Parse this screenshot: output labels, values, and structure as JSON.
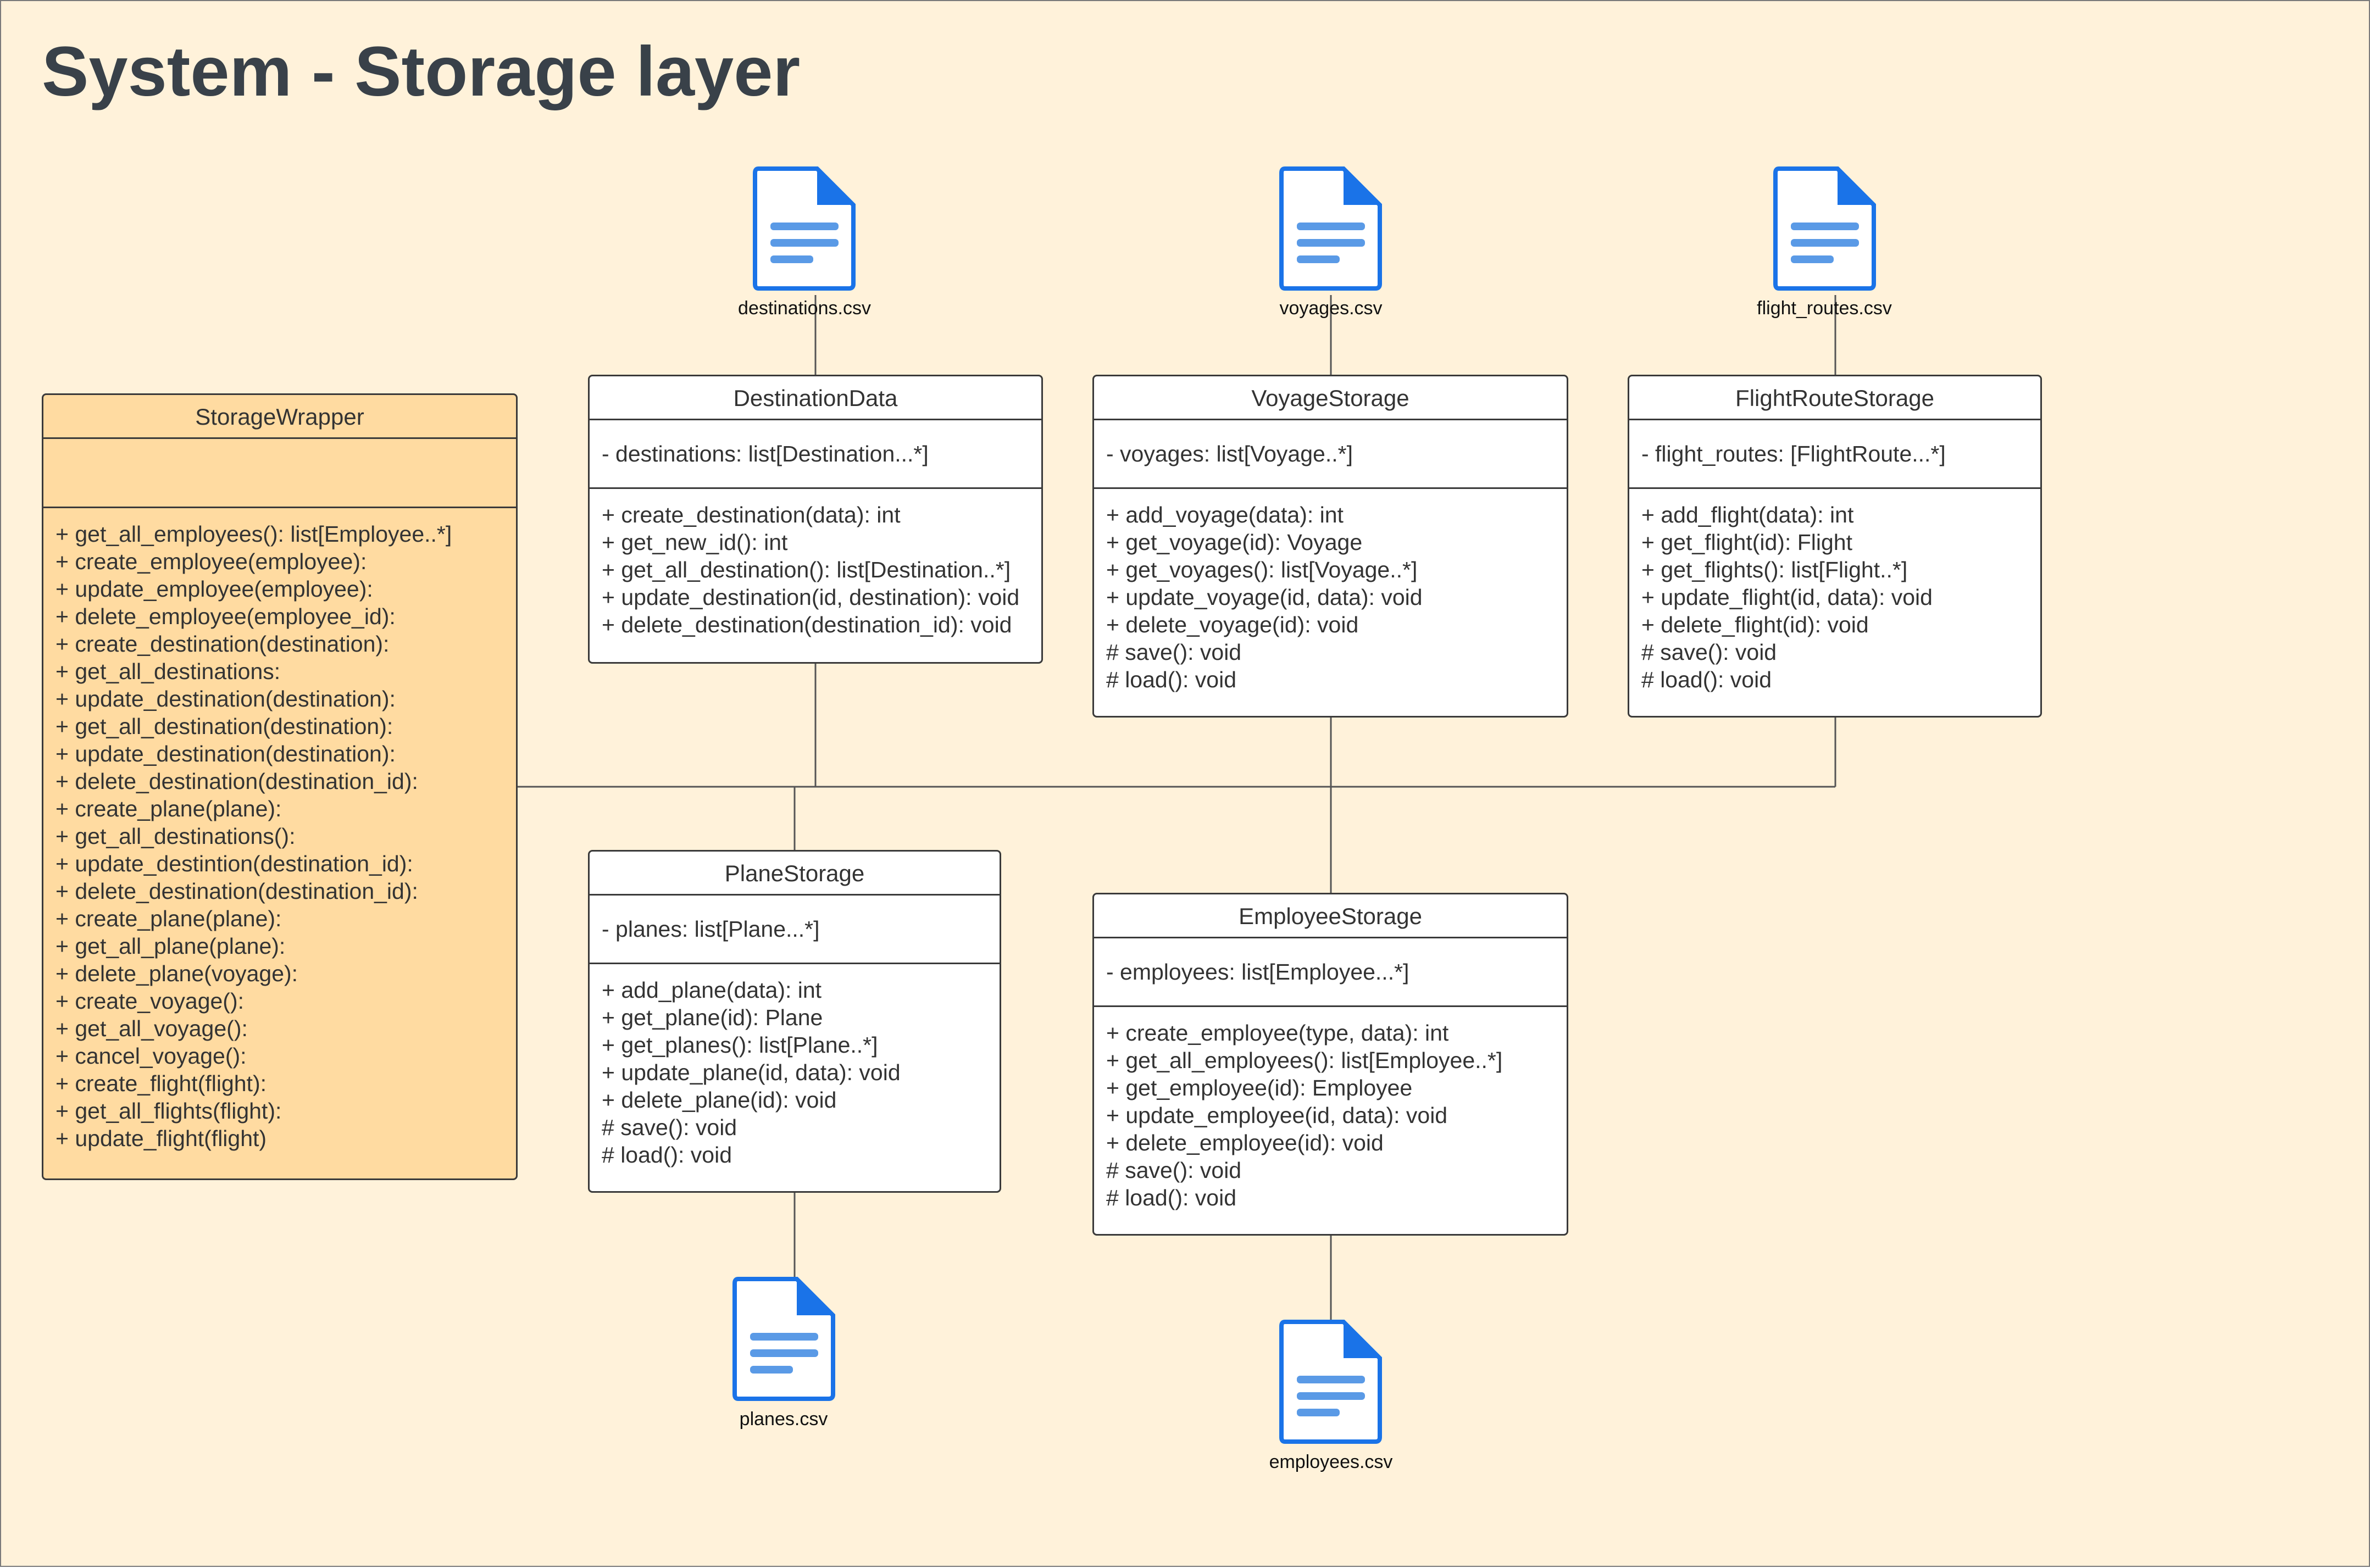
{
  "title": "System - Storage layer",
  "colors": {
    "background": "#fff2da",
    "wrapper_fill": "#ffdba1",
    "class_fill": "#ffffff",
    "file_icon": "#1a73e8",
    "title_text": "#394149"
  },
  "files": {
    "destinations": {
      "label": "destinations.csv",
      "icon": "document-icon"
    },
    "voyages": {
      "label": "voyages.csv",
      "icon": "document-icon"
    },
    "flight_routes": {
      "label": "flight_routes.csv",
      "icon": "document-icon"
    },
    "planes": {
      "label": "planes.csv",
      "icon": "document-icon"
    },
    "employees": {
      "label": "employees.csv",
      "icon": "document-icon"
    }
  },
  "classes": {
    "storage_wrapper": {
      "name": "StorageWrapper",
      "attributes": [],
      "methods": [
        "+ get_all_employees(): list[Employee..*]",
        "+ create_employee(employee):",
        "+ update_employee(employee):",
        "+ delete_employee(employee_id):",
        "+ create_destination(destination):",
        "+ get_all_destinations:",
        "+ update_destination(destination):",
        "+ get_all_destination(destination):",
        "+ update_destination(destination):",
        "+ delete_destination(destination_id):",
        "+ create_plane(plane):",
        "+ get_all_destinations():",
        "+ update_destintion(destination_id):",
        "+ delete_destination(destination_id):",
        "+ create_plane(plane):",
        "+ get_all_plane(plane):",
        "+ delete_plane(voyage):",
        "+ create_voyage():",
        "+ get_all_voyage():",
        "+ cancel_voyage():",
        "+ create_flight(flight):",
        "+ get_all_flights(flight):",
        "+ update_flight(flight)"
      ]
    },
    "destination_data": {
      "name": "DestinationData",
      "attributes": [
        "- destinations: list[Destination...*]"
      ],
      "methods": [
        "+ create_destination(data): int",
        "+ get_new_id(): int",
        "+ get_all_destination(): list[Destination..*]",
        "+ update_destination(id, destination): void",
        "+ delete_destination(destination_id): void"
      ]
    },
    "voyage_storage": {
      "name": "VoyageStorage",
      "attributes": [
        "- voyages: list[Voyage..*]"
      ],
      "methods": [
        "+ add_voyage(data): int",
        "+ get_voyage(id): Voyage",
        "+ get_voyages(): list[Voyage..*]",
        "+ update_voyage(id, data): void",
        "+ delete_voyage(id): void",
        "# save(): void",
        "# load(): void"
      ]
    },
    "flight_route_storage": {
      "name": "FlightRouteStorage",
      "attributes": [
        "- flight_routes: [FlightRoute...*]"
      ],
      "methods": [
        "+ add_flight(data): int",
        "+ get_flight(id): Flight",
        "+ get_flights(): list[Flight..*]",
        "+ update_flight(id, data): void",
        "+ delete_flight(id): void",
        "# save(): void",
        "# load(): void"
      ]
    },
    "plane_storage": {
      "name": "PlaneStorage",
      "attributes": [
        "- planes: list[Plane...*]"
      ],
      "methods": [
        "+ add_plane(data): int",
        "+ get_plane(id): Plane",
        "+ get_planes(): list[Plane..*]",
        "+ update_plane(id, data): void",
        "+ delete_plane(id): void",
        "# save(): void",
        "# load(): void"
      ]
    },
    "employee_storage": {
      "name": "EmployeeStorage",
      "attributes": [
        "- employees: list[Employee...*]"
      ],
      "methods": [
        "+ create_employee(type, data): int",
        "+ get_all_employees(): list[Employee..*]",
        "+ get_employee(id): Employee",
        "+ update_employee(id, data): void",
        "+ delete_employee(id): void",
        "# save(): void",
        "# load(): void"
      ]
    }
  }
}
